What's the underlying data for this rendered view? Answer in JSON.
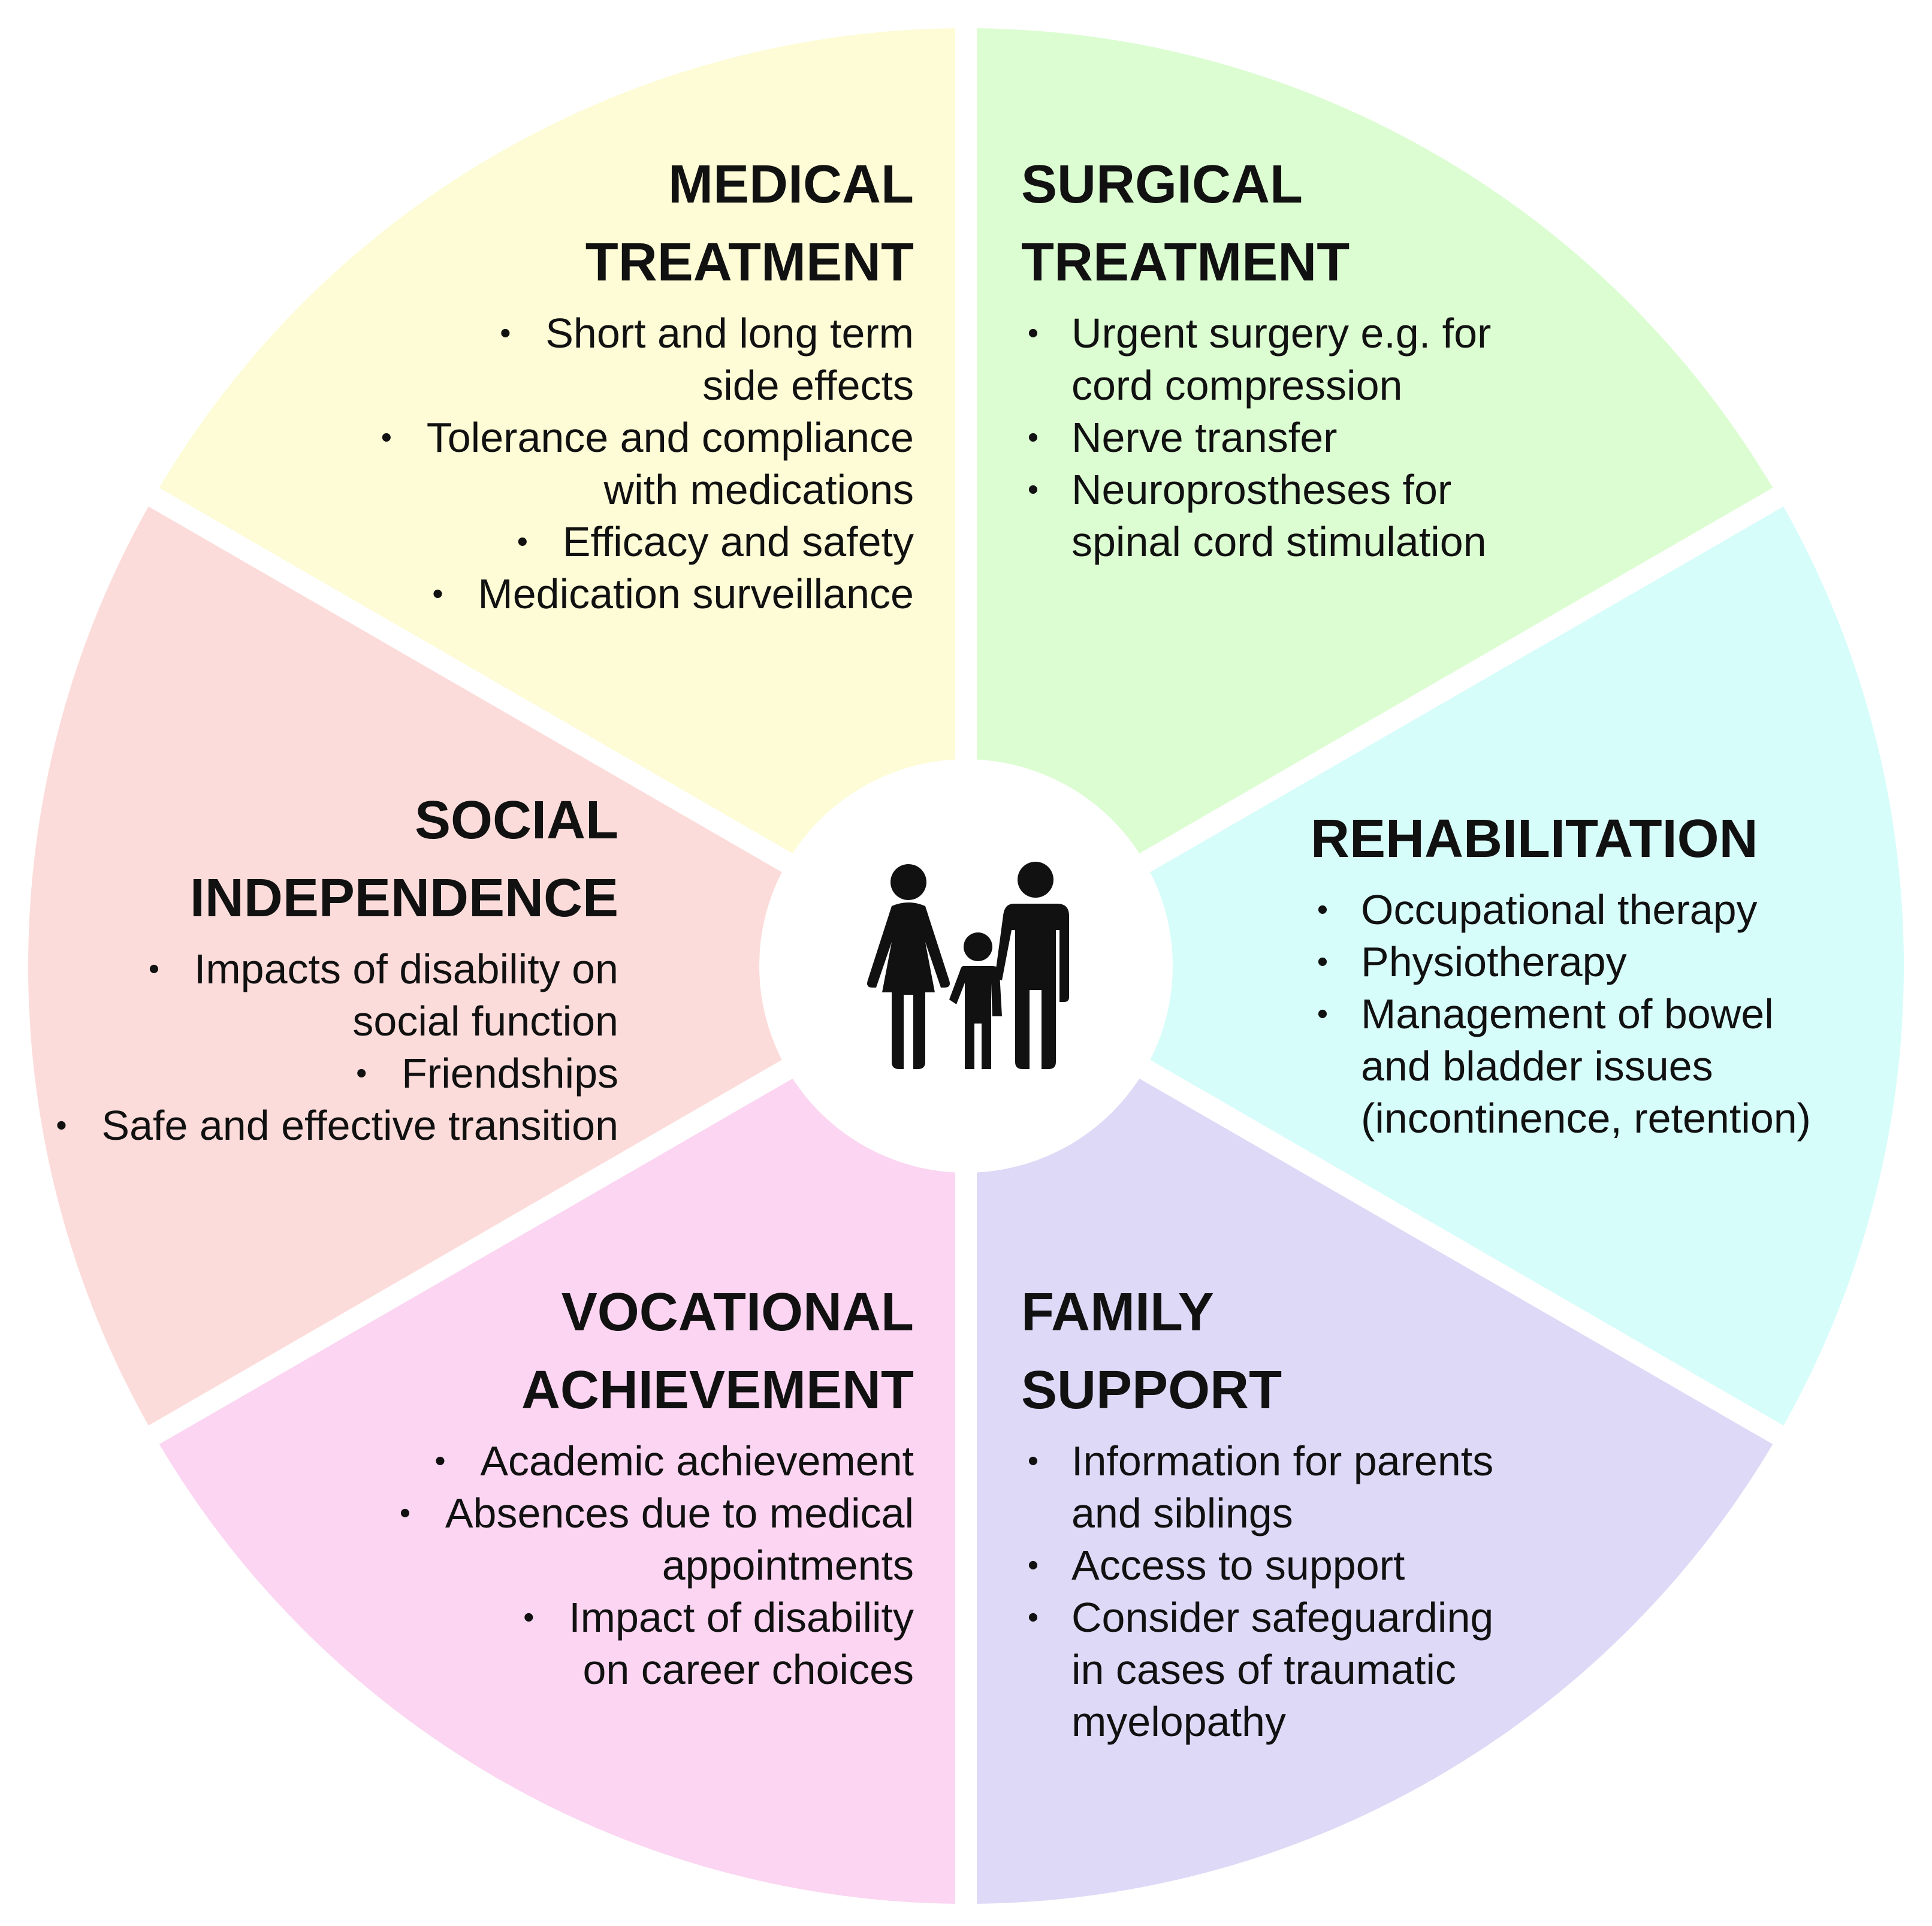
{
  "colors": {
    "medical": "#fdfcd6",
    "surgical": "#dcfdd2",
    "rehabilitation": "#d6fdfa",
    "family": "#ddd9f7",
    "vocational": "#fbd5f1",
    "social": "#fcdcda",
    "divider": "#ffffff",
    "hub": "#ffffff",
    "icon": "#111111"
  },
  "center_icon": "family-icon",
  "segments": {
    "medical": {
      "title": [
        "MEDICAL",
        "TREATMENT"
      ],
      "items": [
        "Short and long term\nside effects",
        "Tolerance and compliance\nwith medications",
        "Efficacy and safety",
        "Medication surveillance"
      ]
    },
    "surgical": {
      "title": [
        "SURGICAL",
        "TREATMENT"
      ],
      "items": [
        "Urgent surgery e.g. for\ncord compression",
        "Nerve transfer",
        "Neuroprostheses for\nspinal cord stimulation"
      ]
    },
    "rehabilitation": {
      "title": [
        "REHABILITATION"
      ],
      "items": [
        "Occupational therapy",
        "Physiotherapy",
        "Management of bowel\nand bladder issues\n(incontinence, retention)"
      ]
    },
    "family": {
      "title": [
        "FAMILY",
        "SUPPORT"
      ],
      "items": [
        "Information for parents\nand siblings",
        "Access to support",
        "Consider safeguarding\nin cases of traumatic\nmyelopathy"
      ]
    },
    "vocational": {
      "title": [
        "VOCATIONAL",
        "ACHIEVEMENT"
      ],
      "items": [
        "Academic achievement",
        "Absences due to medical\nappointments",
        "Impact of disability\non career choices"
      ]
    },
    "social": {
      "title": [
        "SOCIAL",
        "INDEPENDENCE"
      ],
      "items": [
        "Impacts of disability on\nsocial function",
        "Friendships",
        "Safe and effective transition"
      ]
    }
  }
}
